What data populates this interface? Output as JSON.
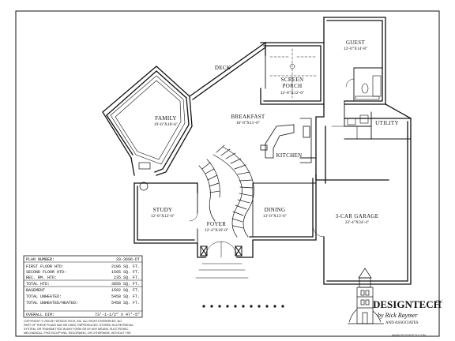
{
  "rooms": {
    "deck": {
      "label": "DECK",
      "dim": ""
    },
    "screen_porch": {
      "label": "SCREEN",
      "label2": "PORCH",
      "dim": "12'-8\"X12'-6\""
    },
    "guest": {
      "label": "GUEST",
      "dim": "12'-0\"X14'-8\""
    },
    "family": {
      "label": "FAMILY",
      "dim": "19'-6\"X18'-6\""
    },
    "breakfast": {
      "label": "BREAKFAST",
      "dim": "16'-8\"X11'-0\""
    },
    "utility": {
      "label": "UTILITY",
      "dim": ""
    },
    "kitchen": {
      "label": "KITCHEN",
      "dim": ""
    },
    "study": {
      "label": "STUDY",
      "dim": "12'-8\"X12'-6\""
    },
    "foyer": {
      "label": "FOYER",
      "dim": "12'-4\"X10'-0\""
    },
    "dining": {
      "label": "DINING",
      "dim": "13'-0\"X13'-6\""
    },
    "garage": {
      "label": "3-CAR GARAGE",
      "dim": "22'-4\"X34'-4\""
    }
  },
  "table": {
    "rows": [
      {
        "label": "PLAN NUMBER:",
        "value": "20-3696-DT"
      },
      {
        "label": "FIRST FLOOR HTD:",
        "value": "2106 SQ. FT."
      },
      {
        "label": "SECOND FLOOR HTD:",
        "value": "1505 SQ. FT."
      },
      {
        "label": "REC. RM. HTD:",
        "value": "235 SQ. FT."
      },
      {
        "label": "TOTAL HTD:",
        "value": "3856 SQ. FT."
      },
      {
        "label": "BASEMENT",
        "value": "1592 SQ. FT."
      },
      {
        "label": "TOTAL UNHEATED:",
        "value": "5458 SQ. FT."
      },
      {
        "label": "TOTAL UNHEATED/HEATED:",
        "value": "5458 SQ. FT."
      },
      {
        "label": "OVERALL DIM:",
        "value": "73'-1-1/2\" X 47'-5\""
      }
    ]
  },
  "copyright": [
    "COPYRIGHT © 2003 BY DESIGN TECH, INC. ALL RIGHTS RESERVED. NO",
    "PART OF THESE PLANS MAY BE USED, REPRODUCED, STORED IN A RETRIEVAL",
    "SYSTEM, OR TRANSMITTED IN ANY FORM OR BY ANY MEANS, ELECTRONIC,",
    "MECHANICAL, PHOTOCOPYING, RECORDING, OR OTHERWISE, WITHOUT THE"
  ],
  "logo": {
    "name": "DESIGNTECH",
    "inc": "INC",
    "by": "by Rick Raymer",
    "assoc": "AND ASSOCIATES",
    "url": "WWW.DESIGNTECH.COM"
  }
}
